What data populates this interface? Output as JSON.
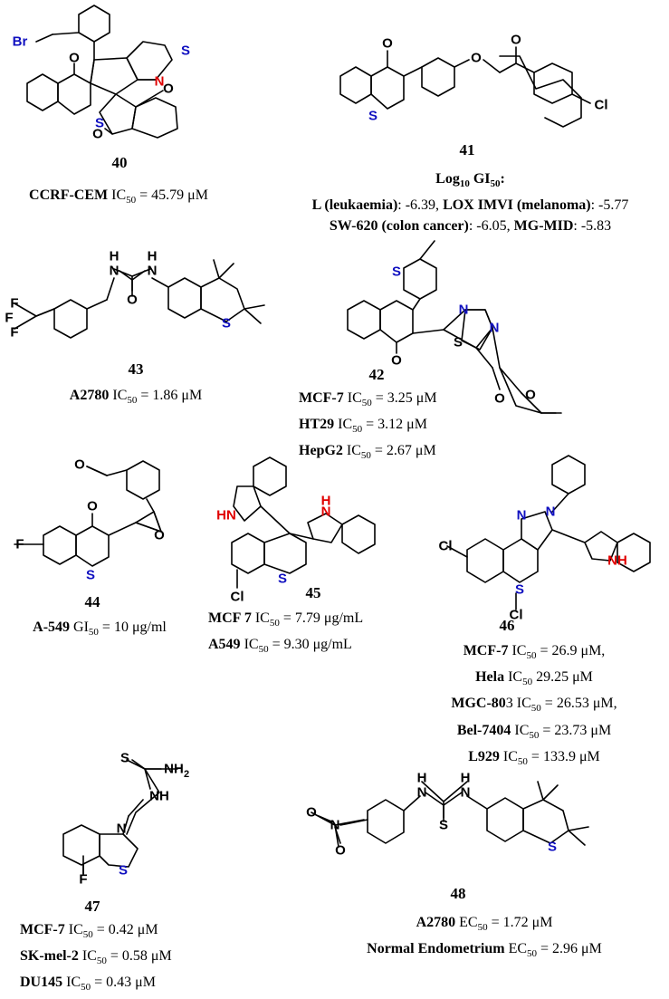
{
  "compounds": {
    "c40": {
      "number": "40",
      "atoms": {
        "br": "Br",
        "s1": "S",
        "s2": "S",
        "n": "N",
        "o1": "O",
        "o2": "O",
        "o3": "O"
      },
      "activity": [
        {
          "cell": "CCRF-CEM",
          "metric": "IC",
          "sub": "50",
          "value": " = 45.79 μM"
        }
      ],
      "colors": {
        "br": "#3fd9c9"
      }
    },
    "c41": {
      "number": "41",
      "atoms": {
        "o1": "O",
        "o2": "O",
        "o3": "O",
        "s": "S",
        "cl": "Cl"
      },
      "header": {
        "pre": "Log",
        "sub1": "10",
        "mid": " GI",
        "sub2": "50",
        "post": ":"
      },
      "lines": [
        [
          {
            "bold": "L (leukaemia)",
            "text": ": -6.39, "
          },
          {
            "bold": "LOX IMVI (melanoma)",
            "text": ": -5.77"
          }
        ],
        [
          {
            "bold": "SW-620 (colon cancer)",
            "text": ": -6.05, "
          },
          {
            "bold": "MG-MID",
            "text": ": -5.83"
          }
        ]
      ],
      "colors": {
        "aryl": "#7ef0c8"
      }
    },
    "c43": {
      "number": "43",
      "atoms": {
        "f1": "F",
        "f2": "F",
        "f3": "F",
        "nh1": "N",
        "h1": "H",
        "nh2": "N",
        "h2": "H",
        "o": "O",
        "s": "S"
      },
      "activity": [
        {
          "cell": "A2780",
          "metric": "IC",
          "sub": "50",
          "value": " = 1.86 μM"
        }
      ],
      "colors": {
        "cf3": "#7ef0c8",
        "urea": "#f08ce8"
      }
    },
    "c42": {
      "number": "42",
      "atoms": {
        "s1": "S",
        "s2": "S",
        "n1": "N",
        "n2": "N",
        "o1": "O",
        "o2": "O",
        "o3": "O"
      },
      "activity": [
        {
          "cell": "MCF-7",
          "metric": "IC",
          "sub": "50",
          "value": " = 3.25 μM"
        },
        {
          "cell": "HT29",
          "metric": "IC",
          "sub": "50",
          "value": " = 3.12 μM"
        },
        {
          "cell": "HepG2",
          "metric": "IC",
          "sub": "50",
          "value": " = 2.67 μM"
        }
      ],
      "colors": {
        "ring": "#aab4ec",
        "ester": "#5ed02a"
      }
    },
    "c44": {
      "number": "44",
      "atoms": {
        "f": "F",
        "o1": "O",
        "o2": "O",
        "o3": "O",
        "s": "S"
      },
      "activity": [
        {
          "cell": "A-549",
          "metric": "GI",
          "sub": "50",
          "value": " = 10 μg/ml"
        }
      ],
      "colors": {
        "f": "#f04848",
        "ome": "#f5c8b8",
        "epox": "#22e0f0"
      }
    },
    "c45": {
      "number": "45",
      "atoms": {
        "hn1": "HN",
        "hn2": "H",
        "n2": "N",
        "s": "S",
        "cl": "Cl"
      },
      "activity": [
        {
          "cell": "MCF 7",
          "metric": "IC",
          "sub": "50",
          "value": " = 7.79 μg/mL"
        },
        {
          "cell": "A549",
          "metric": "IC",
          "sub": "50",
          "value": " = 9.30 μg/mL"
        }
      ],
      "colors": {
        "cl": "#7ef0c8"
      }
    },
    "c46": {
      "number": "46",
      "atoms": {
        "n1": "N",
        "n2": "N",
        "cl1": "Cl",
        "cl2": "Cl",
        "s": "S",
        "nh": "NH"
      },
      "activity": [
        {
          "cell": "MCF-7",
          "metric": "IC",
          "sub": "50",
          "value": " = 26.9 μM,"
        },
        {
          "cell": "Hela",
          "metric": "IC",
          "sub": "50",
          "value": "  29.25 μM"
        },
        {
          "cell": "MGC-80",
          "tail": "3",
          "metric": "IC",
          "sub": "50",
          "value": " = 26.53 μM,"
        },
        {
          "cell": "Bel-7404",
          "metric": "IC",
          "sub": "50",
          "value": " = 23.73 μM"
        },
        {
          "cell": "L929",
          "metric": "IC",
          "sub": "50",
          "value": " = 133.9 μM"
        }
      ],
      "colors": {
        "cl": "#7ef0c8"
      }
    },
    "c47": {
      "number": "47",
      "atoms": {
        "s1": "S",
        "nh2": "NH",
        "sub2": "2",
        "nh": "NH",
        "n": "N",
        "s2": "S",
        "f": "F"
      },
      "activity": [
        {
          "cell": "MCF-7",
          "metric": "IC",
          "sub": "50",
          "value": " = 0.42 μM"
        },
        {
          "cell": "SK-mel-2",
          "metric": "IC",
          "sub": "50",
          "value": " = 0.58 μM"
        },
        {
          "cell": "DU145",
          "metric": "IC",
          "sub": "50",
          "value": " = 0.43 μM"
        }
      ],
      "colors": {
        "tsc": "#7ef0c8",
        "f": "#f5b070"
      }
    },
    "c48": {
      "number": "48",
      "atoms": {
        "o1": "O",
        "n": "N",
        "o2": "O",
        "h1": "H",
        "n1": "N",
        "h2": "H",
        "n2": "N",
        "s1": "S",
        "s2": "S"
      },
      "activity": [
        {
          "cell": "A2780",
          "metric": "EC",
          "sub": "50",
          "value": " = 1.72 μM"
        },
        {
          "cell": "Normal Endometrium",
          "metric": "EC",
          "sub": "50",
          "value": " = 2.96 μM"
        }
      ],
      "colors": {
        "nitro": "#7ef0c8",
        "thiourea": "#5ed02a"
      }
    }
  }
}
